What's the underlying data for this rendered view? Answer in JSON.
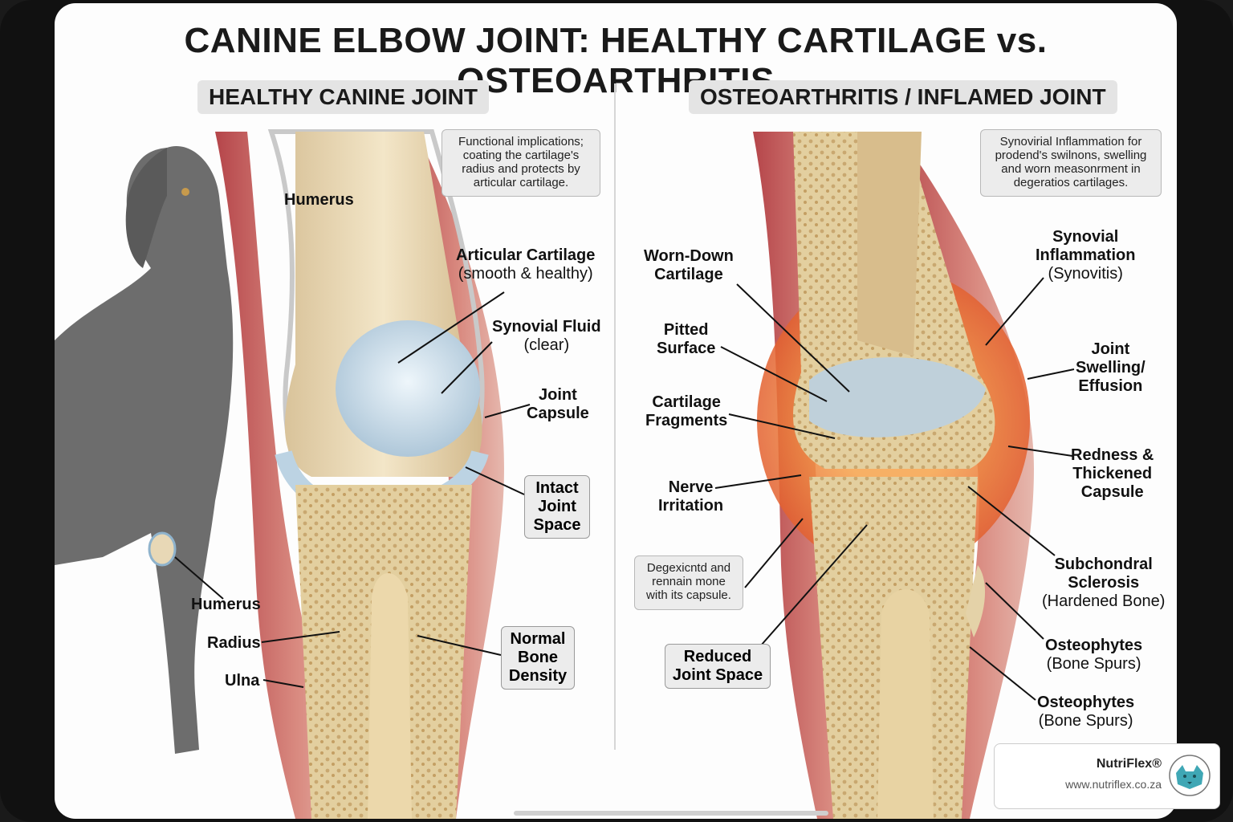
{
  "title": "CANINE ELBOW JOINT: HEALTHY CARTILAGE vs. OSTEOARTHRITIS",
  "left": {
    "heading": "HEALTHY CANINE JOINT",
    "note": "Functional implications; coating the cartilage's radius and protects by articular cartilage.",
    "labels": {
      "humerus_top": "Humerus",
      "articular_title": "Articular Cartilage",
      "articular_sub": "(smooth & healthy)",
      "synovial_title": "Synovial Fluid",
      "synovial_sub": "(clear)",
      "capsule_1": "Joint",
      "capsule_2": "Capsule",
      "intact_1": "Intact",
      "intact_2": "Joint",
      "intact_3": "Space",
      "density_1": "Normal",
      "density_2": "Bone",
      "density_3": "Density",
      "dog_humerus": "Humerus",
      "dog_radius": "Radius",
      "dog_ulna": "Ulna"
    }
  },
  "right": {
    "heading": "OSTEOARTHRITIS / INFLAMED JOINT",
    "note": "Synovirial Inflammation for prodend's swilnons, swelling and worn measonrment in degeratios cartilages.",
    "note2": "Degexicntd and rennain mone with its capsule.",
    "labels": {
      "worn_1": "Worn-Down",
      "worn_2": "Cartilage",
      "pitted_1": "Pitted",
      "pitted_2": "Surface",
      "frag_1": "Cartilage",
      "frag_2": "Fragments",
      "nerve_1": "Nerve",
      "nerve_2": "Irritation",
      "reduced_1": "Reduced",
      "reduced_2": "Joint Space",
      "syn_1": "Synovial",
      "syn_2": "Inflammation",
      "syn_3": "(Synovitis)",
      "swell_1": "Joint",
      "swell_2": "Swelling/",
      "swell_3": "Effusion",
      "red_1": "Redness &",
      "red_2": "Thickened",
      "red_3": "Capsule",
      "sub_1": "Subchondral",
      "sub_2": "Sclerosis",
      "sub_3": "(Hardened Bone)",
      "osteo1_1": "Osteophytes",
      "osteo1_2": "(Bone Spurs)",
      "osteo2_1": "Osteophytes",
      "osteo2_2": "(Bone Spurs)"
    }
  },
  "brand": {
    "name": "NutriFlex®",
    "url": "www.nutriflex.co.za",
    "logo_icon": "dog-face-icon"
  }
}
